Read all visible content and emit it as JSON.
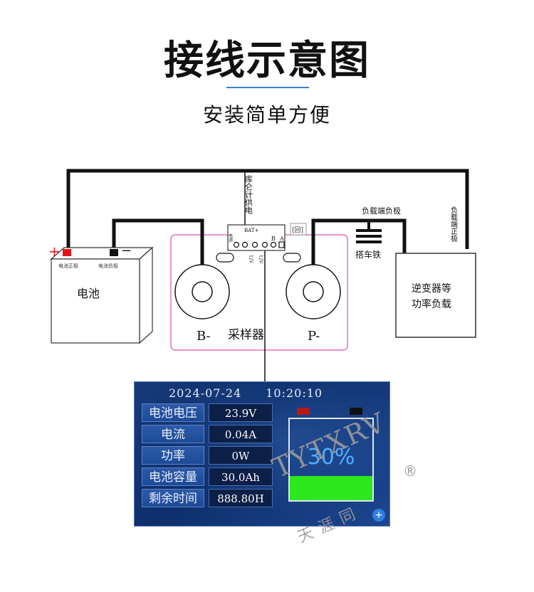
{
  "header": {
    "title": "接线示意图",
    "subtitle": "安装简单方便"
  },
  "battery": {
    "label": "电池",
    "pos_label": "电池正极",
    "neg_label": "电池负极",
    "plus_sign": "+",
    "minus_sign": "−"
  },
  "sampler": {
    "label": "采样器",
    "b_minus": "B-",
    "p_minus": "P-",
    "bat_plus": "BAT+",
    "port_b": "B",
    "port_a": "A",
    "port_12v": "12V",
    "port_12v_minus": "12V-",
    "side_mark": "电源",
    "ground_box": "[回]"
  },
  "wires": {
    "supply_label": "库仑计供电",
    "load_neg_label": "负载端负极",
    "load_pos_label": "负载端正极",
    "chassis_label": "搭车铁"
  },
  "inverter": {
    "line1": "逆变器等",
    "line2": "功率负载"
  },
  "screen": {
    "date": "2024-07-24",
    "time": "10:20:10",
    "rows": [
      {
        "key": "电池电压",
        "value": "23.9V"
      },
      {
        "key": "电流",
        "value": "0.04A"
      },
      {
        "key": "功率",
        "value": "0W"
      },
      {
        "key": "电池容量",
        "value": "30.0Ah"
      },
      {
        "key": "剩余时间",
        "value": "888.80H"
      }
    ],
    "percent": "30%",
    "percent_value": 0.3,
    "plus_icon": "+"
  },
  "watermark": {
    "brand": "TYTXRV",
    "cn": "天涯同",
    "reg": "®"
  },
  "colors": {
    "accent_line": "#3c7fd0",
    "battery_fill": "#2ce81c",
    "terminal_red": "#e0141a",
    "sampler_border": "#e070c0"
  }
}
